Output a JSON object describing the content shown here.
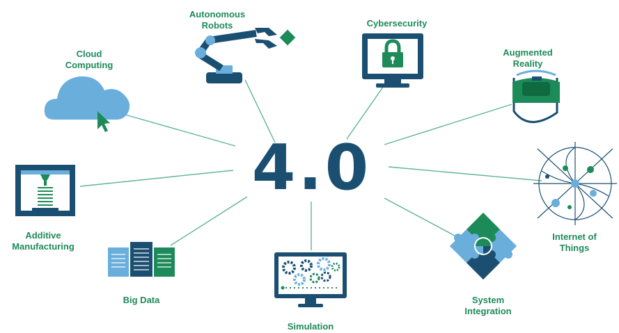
{
  "center_label": "4.0",
  "colors": {
    "navy": "#1b4f72",
    "green": "#1d8a5a",
    "light_blue": "#6aaedc",
    "teal_line": "#5db39a"
  },
  "nodes": [
    {
      "id": "cloud",
      "lines": [
        "Cloud",
        "Computing"
      ],
      "icon": "cloud-cursor-icon"
    },
    {
      "id": "robots",
      "lines": [
        "Autonomous",
        "Robots"
      ],
      "icon": "robot-arm-icon"
    },
    {
      "id": "cyber",
      "lines": [
        "Cybersecurity"
      ],
      "icon": "monitor-lock-icon"
    },
    {
      "id": "ar",
      "lines": [
        "Augmented",
        "Reality"
      ],
      "icon": "vr-headset-icon"
    },
    {
      "id": "iot",
      "lines": [
        "Internet of",
        "Things"
      ],
      "icon": "network-globe-icon"
    },
    {
      "id": "integration",
      "lines": [
        "System",
        "Integration"
      ],
      "icon": "puzzle-icon"
    },
    {
      "id": "simulation",
      "lines": [
        "Simulation"
      ],
      "icon": "monitor-gears-icon"
    },
    {
      "id": "bigdata",
      "lines": [
        "Big Data"
      ],
      "icon": "server-racks-icon"
    },
    {
      "id": "additive",
      "lines": [
        "Additive",
        "Manufacturing"
      ],
      "icon": "3d-printer-icon"
    }
  ]
}
